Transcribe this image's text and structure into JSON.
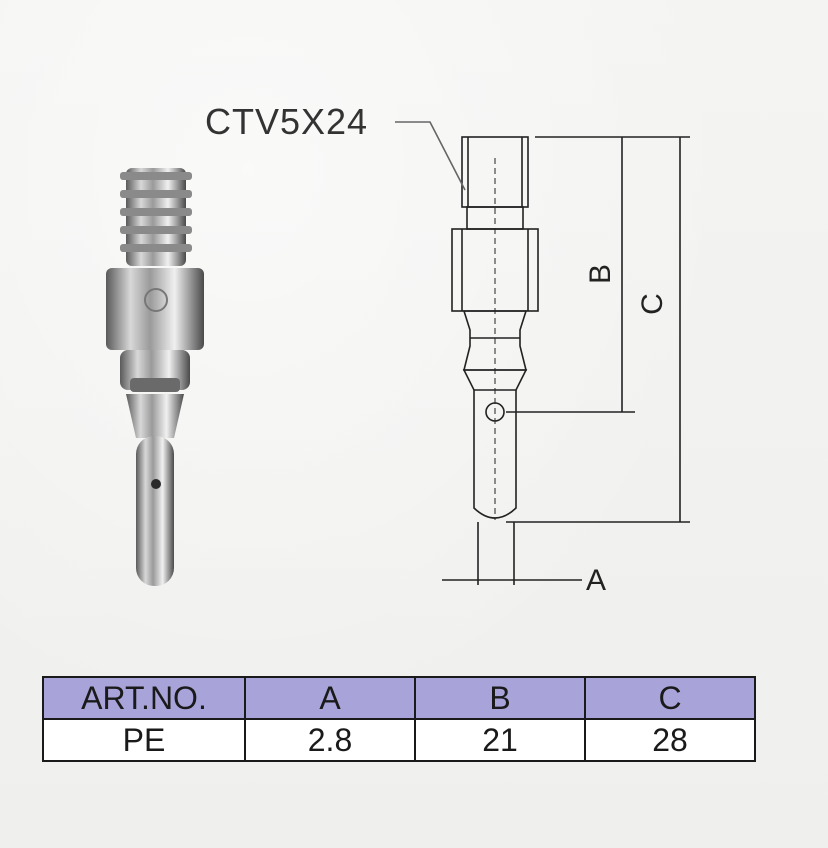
{
  "product": {
    "callout_label": "CTV5X24"
  },
  "dimensions": {
    "a_label": "A",
    "b_label": "B",
    "c_label": "C"
  },
  "spec_table": {
    "headers": [
      "ART.NO.",
      "A",
      "B",
      "C"
    ],
    "rows": [
      [
        "PE",
        "2.8",
        "21",
        "28"
      ]
    ],
    "header_color": "#a8a4da"
  }
}
